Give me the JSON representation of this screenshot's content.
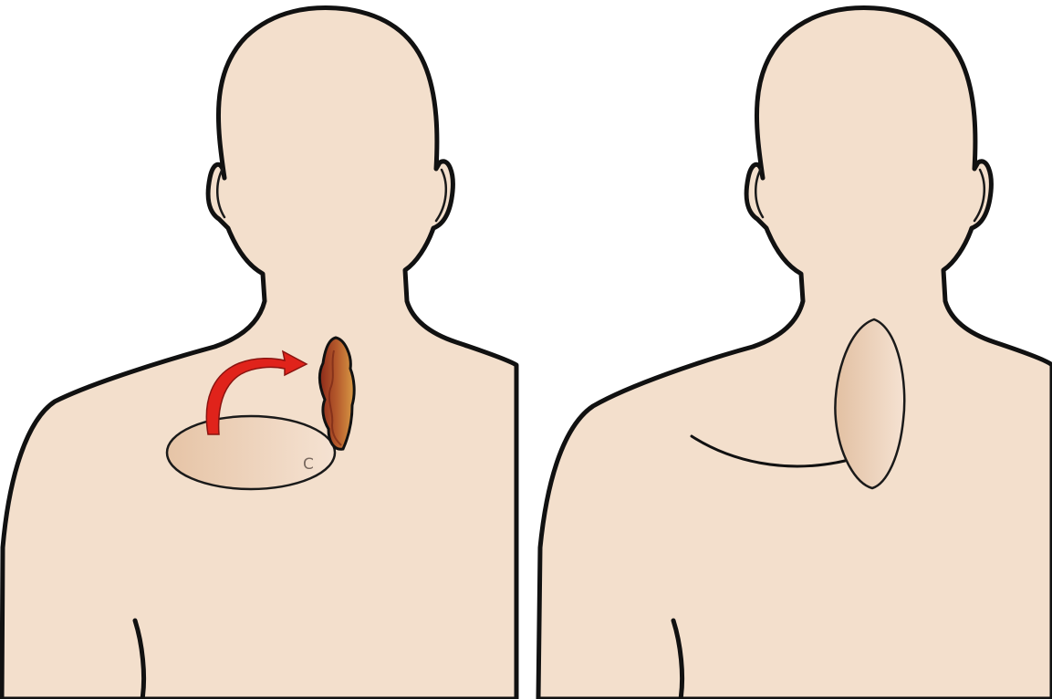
{
  "colors": {
    "skin": "#f3dfcc",
    "outline": "#111111",
    "arrow": "#e0231b",
    "wound_dark": "#8e2b1a",
    "wound_light": "#d99a45",
    "flap_shade": "#e5c4a7"
  },
  "panels": [
    {
      "id": "before",
      "flap_label": "C",
      "elements": [
        "head",
        "neck",
        "shoulders",
        "lesion-defect",
        "rotation-arrow",
        "donor-flap"
      ]
    },
    {
      "id": "after",
      "elements": [
        "head",
        "neck",
        "shoulders",
        "transposed-flap",
        "donor-scar-line"
      ]
    }
  ]
}
